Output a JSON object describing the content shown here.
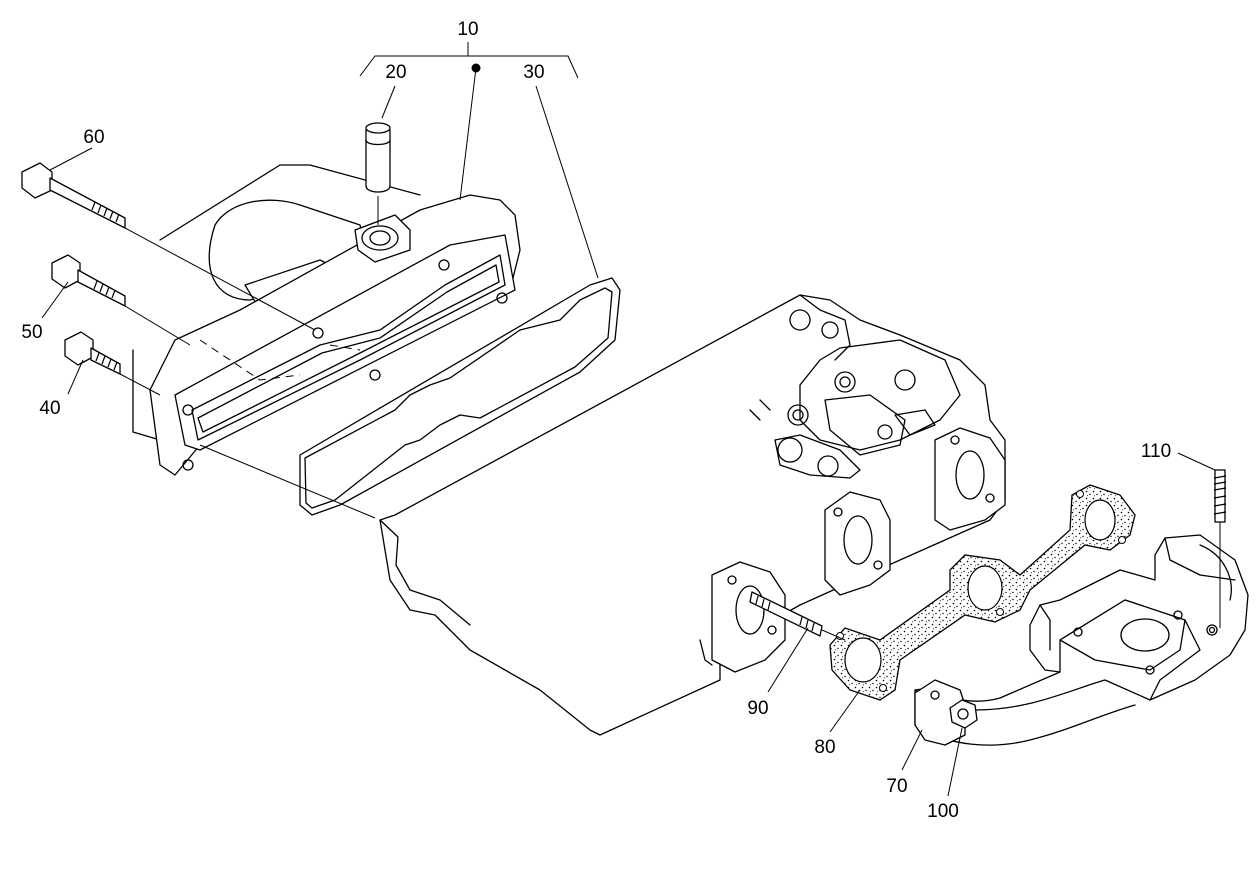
{
  "callouts": {
    "c10": "10",
    "c20": "20",
    "c30": "30",
    "c40": "40",
    "c50": "50",
    "c60": "60",
    "c70": "70",
    "c80": "80",
    "c90": "90",
    "c100": "100",
    "c110": "110"
  }
}
